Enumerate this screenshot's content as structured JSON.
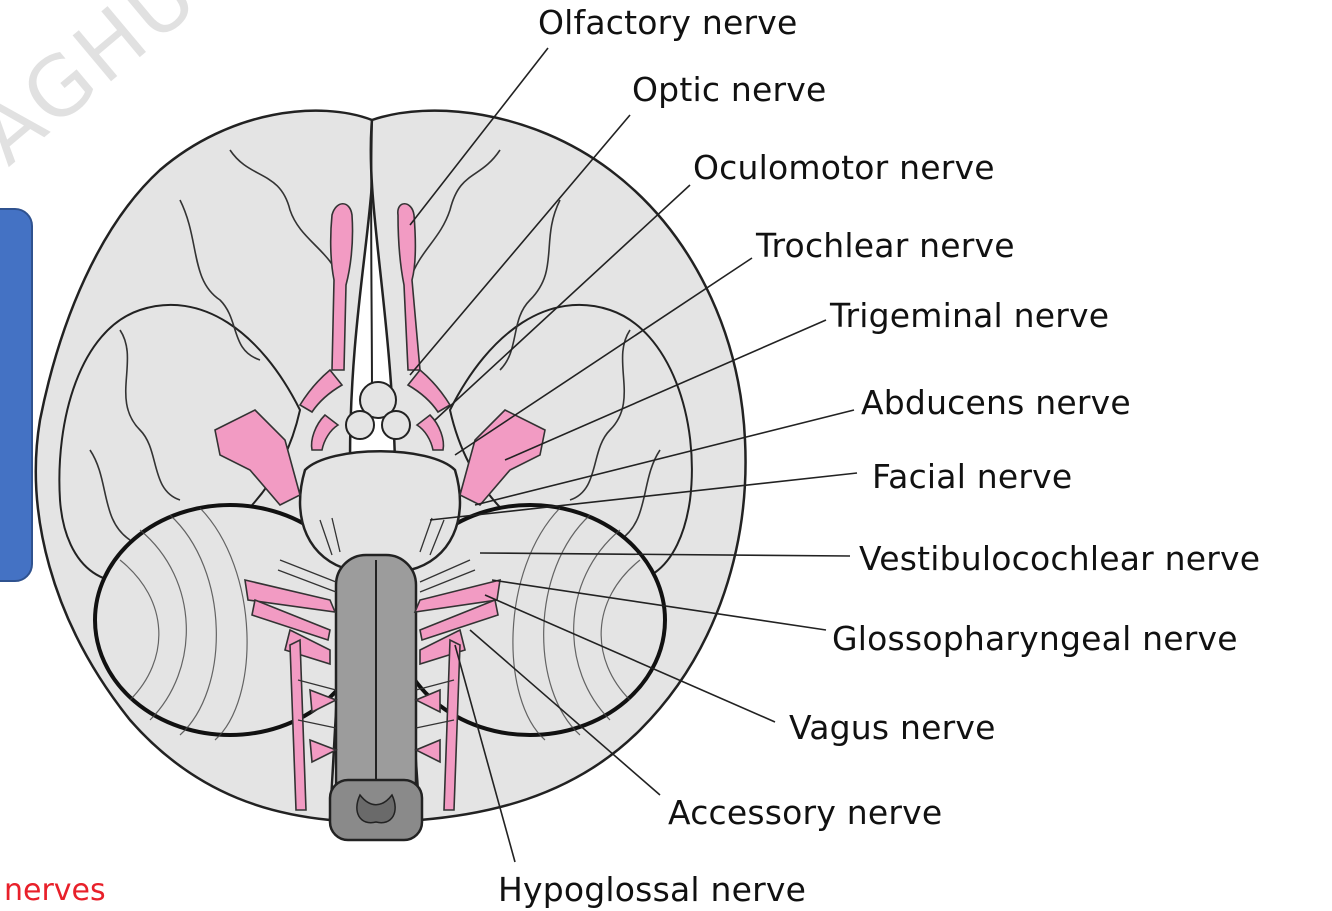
{
  "watermark": "AGHU",
  "caption": "nerves",
  "labels": {
    "olfactory": "Olfactory nerve",
    "optic": "Optic nerve",
    "oculomotor": "Oculomotor nerve",
    "trochlear": "Trochlear nerve",
    "trigeminal": "Trigeminal nerve",
    "abducens": "Abducens nerve",
    "facial": "Facial nerve",
    "vestibulocochlear": "Vestibulocochlear nerve",
    "glossopharyngeal": "Glossopharyngeal nerve",
    "vagus": "Vagus nerve",
    "accessory": "Accessory nerve",
    "hypoglossal": "Hypoglossal nerve"
  },
  "colors": {
    "brain": "#e4e4e4",
    "nerve": "#f29bc3",
    "stem": "#9c9c9c",
    "caption": "#e8202a",
    "box": "#4472c4"
  }
}
